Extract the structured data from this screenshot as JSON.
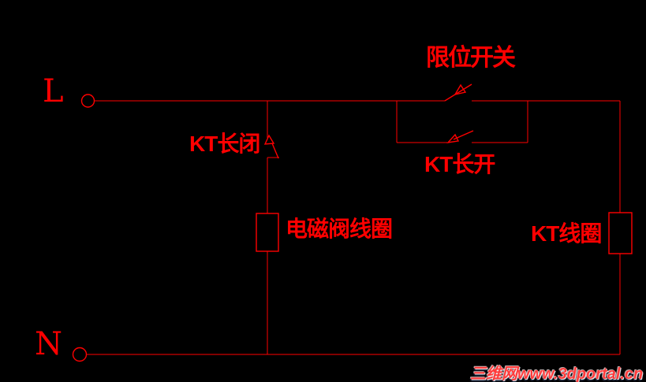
{
  "diagram": {
    "type": "relay-ladder-circuit-schematic",
    "colors": {
      "background": "#000000",
      "wire": "#ff0000",
      "label": "#ff0000",
      "watermark_text": "#ff3b3b",
      "watermark_glow": "#ffffff"
    },
    "terminals": {
      "live": "L",
      "neutral": "N"
    },
    "labels": {
      "limit_switch": "限位开关",
      "kt_normally_closed": "KT长闭",
      "kt_normally_open": "KT长开",
      "solenoid_valve_coil": "电磁阀线圈",
      "kt_coil": "KT线圈"
    },
    "watermark": "三维网www.3dportal.cn"
  }
}
